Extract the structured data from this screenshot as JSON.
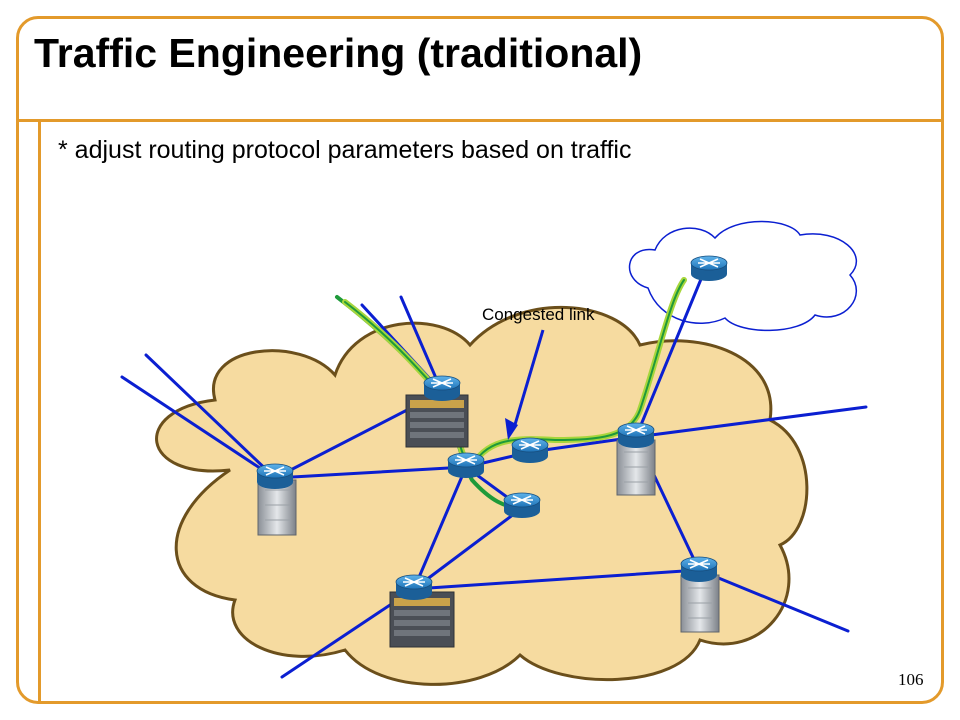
{
  "slide": {
    "title": "Traffic Engineering (traditional)",
    "bullet": "* adjust routing protocol parameters based on traffic",
    "page_number": "106"
  },
  "diagram": {
    "callout_label": "Congested link",
    "colors": {
      "frame": "#e39a2b",
      "cloud_fill": "#f6dba0",
      "cloud_outline": "#6b4f1b",
      "link": "#0b1fd1",
      "path_outer": "#1f9a3a",
      "path_inner": "#a7d63c",
      "router": "#2a8fd6"
    },
    "nodes": [
      "router-r1",
      "router-r2",
      "router-r3",
      "router-r4",
      "router-r5",
      "router-r6",
      "router-r7",
      "router-r8",
      "router-r9"
    ]
  }
}
